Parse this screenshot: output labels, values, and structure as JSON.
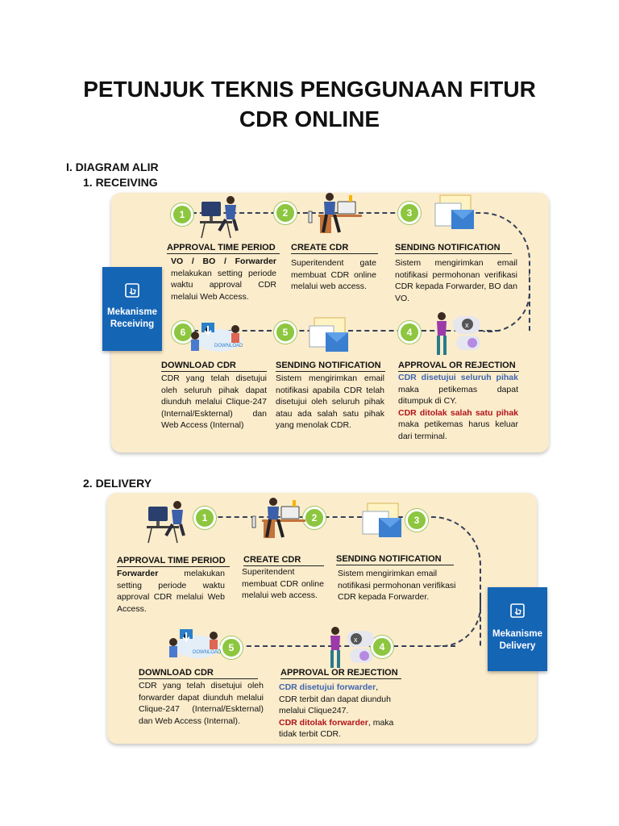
{
  "doc": {
    "title_line1": "PETUNJUK TEKNIS PENGGUNAAN FITUR",
    "title_line2": "CDR ONLINE",
    "section1": "I.   DIAGRAM ALIR",
    "sub1": "1.  RECEIVING",
    "sub2": "2.  DELIVERY"
  },
  "receiving": {
    "badge": [
      "Mekanisme",
      "Receiving"
    ],
    "steps": [
      {
        "num": "1",
        "title": "APPROVAL TIME PERIOD",
        "lead": "VO / BO / Forwarder",
        "text": " melakukan setting periode waktu approval CDR melalui Web Access."
      },
      {
        "num": "2",
        "title": "CREATE CDR",
        "text": "Superitendent gate membuat CDR online melalui web access."
      },
      {
        "num": "3",
        "title": "SENDING NOTIFICATION",
        "text": "Sistem mengirimkan email notifikasi permohonan verifikasi CDR kepada Forwarder, BO dan VO."
      },
      {
        "num": "4",
        "title": "APPROVAL OR REJECTION",
        "approve_lead": "CDR disetujui seluruh pihak",
        "approve_text": " maka petikemas dapat ditumpuk di CY.",
        "reject_lead": "CDR ditolak salah satu pihak",
        "reject_text": " maka petikemas harus keluar dari terminal."
      },
      {
        "num": "5",
        "title": "SENDING NOTIFICATION",
        "text": "Sistem mengirimkan email notifikasi apabila CDR telah disetujui oleh seluruh pihak atau ada salah satu pihak yang menolak CDR."
      },
      {
        "num": "6",
        "title": "DOWNLOAD CDR",
        "text": "CDR yang telah disetujui oleh seluruh pihak dapat diunduh melalui Clique-247 (Internal/Eskternal) dan Web Access (Internal)"
      }
    ]
  },
  "delivery": {
    "badge": [
      "Mekanisme",
      "Delivery"
    ],
    "steps": [
      {
        "num": "1",
        "title": "APPROVAL TIME PERIOD",
        "lead": "Forwarder",
        "text": " melakukan setting periode waktu approval CDR melalui Web Access."
      },
      {
        "num": "2",
        "title": "CREATE CDR",
        "text": "Superitendent membuat CDR online melalui web access."
      },
      {
        "num": "3",
        "title": "SENDING NOTIFICATION",
        "text": "Sistem mengirimkan email notifikasi permohonan verifikasi CDR kepada Forwarder."
      },
      {
        "num": "4",
        "title": "APPROVAL OR REJECTION",
        "approve_lead": "CDR disetujui forwarder",
        "approve_text": ", CDR terbit dan dapat diunduh melalui Clique247.",
        "reject_lead": "CDR ditolak forwarder",
        "reject_text": ", maka tidak terbit CDR."
      },
      {
        "num": "5",
        "title": "DOWNLOAD CDR",
        "text": "CDR yang telah disetujui oleh forwarder dapat diunduh melalui Clique-247 (Internal/Eskternal) dan Web Access (Internal)."
      }
    ]
  },
  "illustration_labels": {
    "download": "DOWNLOAD"
  },
  "colors": {
    "panel": "#fbeccb",
    "badge": "#1565b5",
    "step_circle": "#8dc63f",
    "approve": "#3e66b0",
    "reject": "#b1141a"
  }
}
